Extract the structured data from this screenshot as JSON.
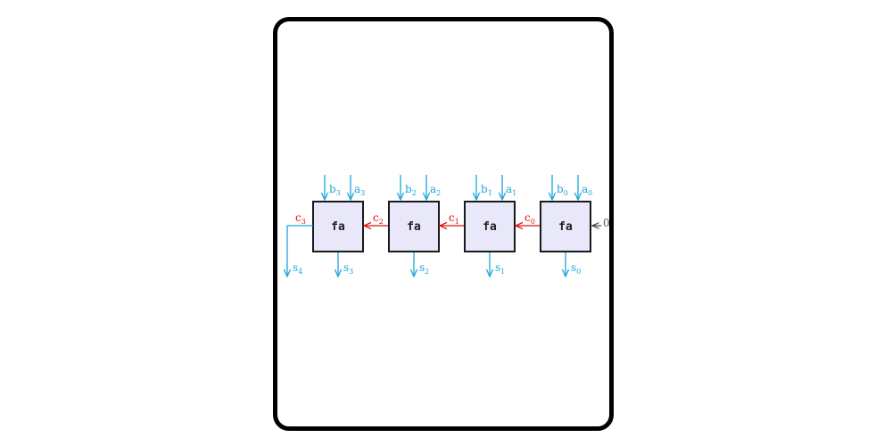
{
  "diagram": {
    "adders": [
      {
        "label": "fa",
        "b": "b",
        "b_sub": "3",
        "a": "a",
        "a_sub": "3",
        "s": "s",
        "s_sub": "3"
      },
      {
        "label": "fa",
        "b": "b",
        "b_sub": "2",
        "a": "a",
        "a_sub": "2",
        "s": "s",
        "s_sub": "2"
      },
      {
        "label": "fa",
        "b": "b",
        "b_sub": "1",
        "a": "a",
        "a_sub": "1",
        "s": "s",
        "s_sub": "1"
      },
      {
        "label": "fa",
        "b": "b",
        "b_sub": "0",
        "a": "a",
        "a_sub": "0",
        "s": "s",
        "s_sub": "0"
      }
    ],
    "carries": [
      {
        "c": "c",
        "sub": "3"
      },
      {
        "c": "c",
        "sub": "2"
      },
      {
        "c": "c",
        "sub": "1"
      },
      {
        "c": "c",
        "sub": "0"
      }
    ],
    "carry_in": "0",
    "final_sum": {
      "s": "s",
      "sub": "4"
    },
    "colors": {
      "input": "#1ea6d8",
      "carry": "#e01010",
      "box_fill": "#e8e8fa",
      "box_stroke": "#1a1a1a",
      "frame": "#000000"
    }
  }
}
